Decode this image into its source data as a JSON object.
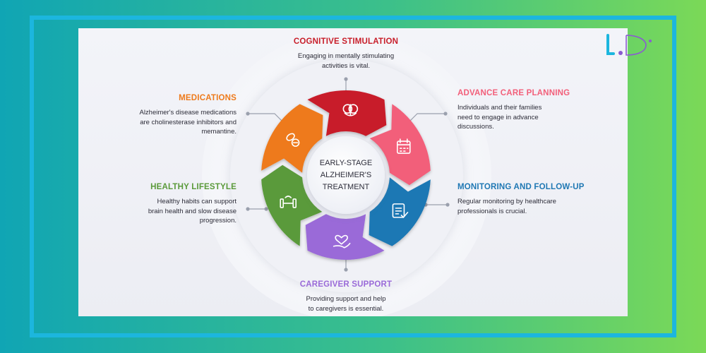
{
  "diagram": {
    "center_title": "EARLY-STAGE\nALZHEIMER'S\nTREATMENT",
    "segments": [
      {
        "id": "cognitive",
        "title": "COGNITIVE STIMULATION",
        "body": "Engaging in mentally stimulating\nactivities is vital.",
        "color": "#c81e2a",
        "icon": "brain-icon"
      },
      {
        "id": "advance",
        "title": "ADVANCE CARE PLANNING",
        "body": "Individuals and their families\nneed to engage in advance\ndiscussions.",
        "color": "#f25f7a",
        "icon": "calendar-icon"
      },
      {
        "id": "monitoring",
        "title": "MONITORING AND FOLLOW-UP",
        "body": "Regular monitoring by healthcare\nprofessionals is crucial.",
        "color": "#1f78b4",
        "icon": "clipboard-check-icon"
      },
      {
        "id": "caregiver",
        "title": "CAREGIVER SUPPORT",
        "body": "Providing support and help\nto caregivers is essential.",
        "color": "#9a6ad8",
        "icon": "heart-hand-icon"
      },
      {
        "id": "lifestyle",
        "title": "HEALTHY LIFESTYLE",
        "body": "Healthy habits can support\nbrain health and slow disease\nprogression.",
        "color": "#5a9a3a",
        "icon": "dumbbell-icon"
      },
      {
        "id": "medications",
        "title": "MEDICATIONS",
        "body": "Alzheimer's disease medications\nare cholinesterase inhibitors and\nmemantine.",
        "color": "#ee7a1c",
        "icon": "pills-icon"
      }
    ]
  },
  "colors": {
    "frame": "#1cb6de",
    "title_red": "#c81e2a",
    "title_pink": "#f25f7a",
    "title_blue": "#1f78b4",
    "title_purple": "#9a6ad8",
    "title_green": "#5a9a3a",
    "title_orange": "#ee7a1c"
  }
}
